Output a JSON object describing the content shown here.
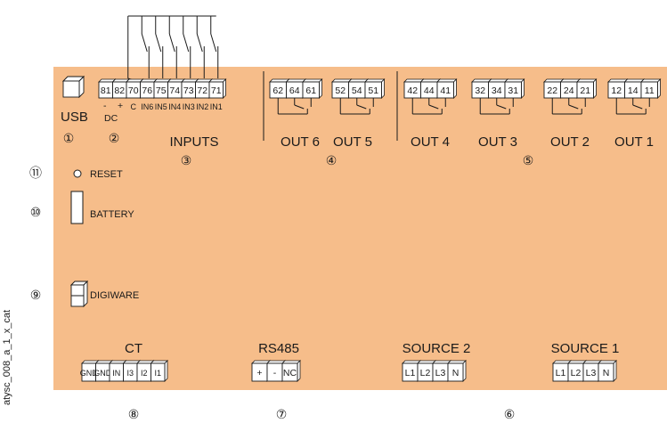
{
  "colors": {
    "board": "#f6bd8a",
    "line": "#1a1a1a",
    "terminal": "#ffffff"
  },
  "side_label": "atysc_008_a_1_x_cat",
  "usb": {
    "label": "USB",
    "callout": "①"
  },
  "dc": {
    "minus": "-",
    "plus": "+",
    "label": "DC",
    "pins": [
      "81",
      "82"
    ],
    "callout": "②"
  },
  "inputs": {
    "label": "INPUTS",
    "callout": "③",
    "pins": [
      "70",
      "76",
      "75",
      "74",
      "73",
      "72",
      "71"
    ],
    "names": [
      "C",
      "IN6",
      "IN5",
      "IN4",
      "IN3",
      "IN2",
      "IN1"
    ]
  },
  "outputs": [
    {
      "label": "OUT 6",
      "pins": [
        "62",
        "64",
        "61"
      ]
    },
    {
      "label": "OUT 5",
      "pins": [
        "52",
        "54",
        "51"
      ]
    },
    {
      "label": "OUT 4",
      "pins": [
        "42",
        "44",
        "41"
      ]
    },
    {
      "label": "OUT 3",
      "pins": [
        "32",
        "34",
        "31"
      ]
    },
    {
      "label": "OUT 2",
      "pins": [
        "22",
        "24",
        "21"
      ]
    },
    {
      "label": "OUT 1",
      "pins": [
        "12",
        "14",
        "11"
      ]
    }
  ],
  "outputs_callouts": [
    "④",
    "⑤"
  ],
  "reset": {
    "label": "RESET",
    "callout": "⑪"
  },
  "battery": {
    "label": "BATTERY",
    "callout": "⑩"
  },
  "digiware": {
    "label": "DIGIWARE",
    "callout": "⑨"
  },
  "ct": {
    "label": "CT",
    "pins": [
      "GND",
      "GND",
      "IN",
      "I3",
      "I2",
      "I1"
    ],
    "callout": "⑧"
  },
  "rs485": {
    "label": "RS485",
    "pins": [
      "+",
      "-",
      "NC"
    ],
    "callout": "⑦"
  },
  "source2": {
    "label": "SOURCE 2",
    "pins": [
      "L1",
      "L2",
      "L3",
      "N"
    ]
  },
  "source1": {
    "label": "SOURCE 1",
    "pins": [
      "L1",
      "L2",
      "L3",
      "N"
    ]
  },
  "sources_callout": "⑥"
}
